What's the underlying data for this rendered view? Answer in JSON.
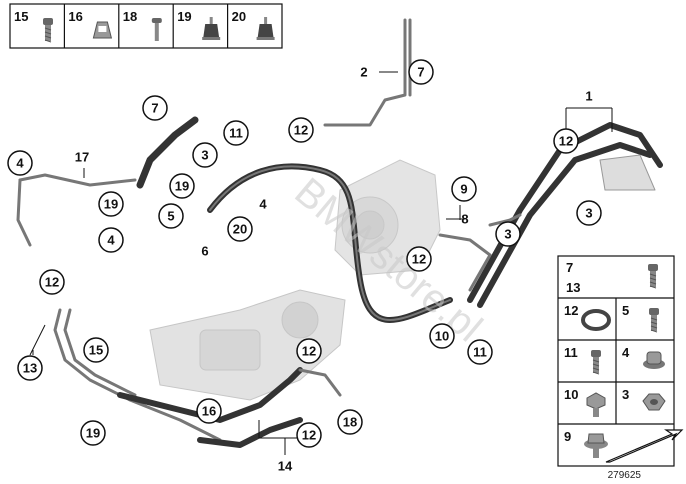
{
  "diagram": {
    "watermark": "BMWstore.pl",
    "document_number": "279625",
    "top_legend": [
      {
        "label": "15",
        "icon": "bolt-icon"
      },
      {
        "label": "16",
        "icon": "clip-icon"
      },
      {
        "label": "18",
        "icon": "screw-icon"
      },
      {
        "label": "19",
        "icon": "rubber-mount-icon"
      },
      {
        "label": "20",
        "icon": "rubber-mount-icon"
      }
    ],
    "right_legend": [
      {
        "label": "7",
        "icon": "bolt-icon"
      },
      {
        "label": "13",
        "icon": ""
      },
      {
        "label": "12",
        "icon": "seal-ring-icon"
      },
      {
        "label": "5",
        "icon": "bolt-icon"
      },
      {
        "label": "11",
        "icon": "bolt-icon"
      },
      {
        "label": "4",
        "icon": "flange-nut-icon"
      },
      {
        "label": "10",
        "icon": "hex-bolt-icon"
      },
      {
        "label": "3",
        "icon": "hex-nut-icon"
      },
      {
        "label": "9",
        "icon": "flange-bolt-icon"
      },
      {
        "label": "",
        "icon": "arrow-icon"
      }
    ],
    "callouts": [
      {
        "label": "1"
      },
      {
        "label": "2"
      },
      {
        "label": "3"
      },
      {
        "label": "4"
      },
      {
        "label": "5"
      },
      {
        "label": "6"
      },
      {
        "label": "7"
      },
      {
        "label": "8"
      },
      {
        "label": "9"
      },
      {
        "label": "10"
      },
      {
        "label": "11"
      },
      {
        "label": "12"
      },
      {
        "label": "13"
      },
      {
        "label": "14"
      },
      {
        "label": "15"
      },
      {
        "label": "16"
      },
      {
        "label": "17"
      },
      {
        "label": "18"
      },
      {
        "label": "19"
      },
      {
        "label": "20"
      },
      {
        "label": "12"
      },
      {
        "label": "3"
      },
      {
        "label": "12"
      },
      {
        "label": "11"
      },
      {
        "label": "12"
      },
      {
        "label": "3"
      },
      {
        "label": "19"
      },
      {
        "label": "4"
      },
      {
        "label": "7"
      },
      {
        "label": "12"
      },
      {
        "label": "19"
      },
      {
        "label": "11"
      },
      {
        "label": "12"
      },
      {
        "label": "12"
      },
      {
        "label": "12"
      },
      {
        "label": "4"
      },
      {
        "label": "19"
      },
      {
        "label": "20"
      }
    ]
  }
}
